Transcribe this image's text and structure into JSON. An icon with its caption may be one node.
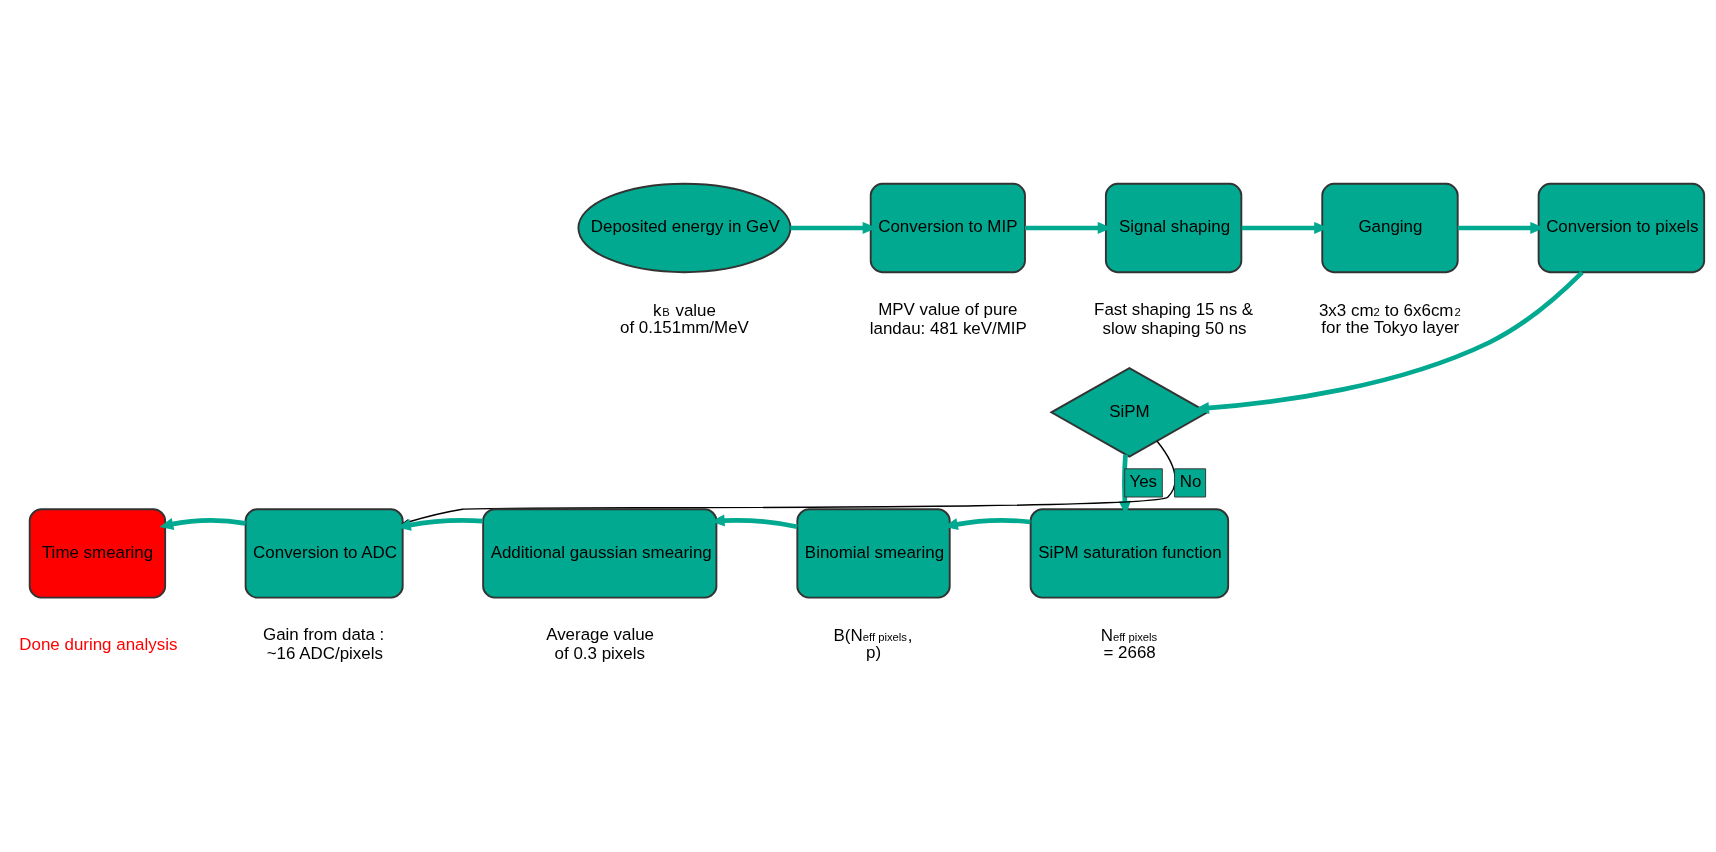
{
  "diagram": {
    "nodes": [
      {
        "text": [
          "Deposited energy in GeV"
        ],
        "beside": [
          "k$_{B}$ value of 0.151mm/MeV"
        ]
      },
      {
        "text": [
          "Conversion to MIP"
        ],
        "beside": [
          "MPV value of pure landau: 481 keV/MIP"
        ]
      },
      {
        "text": [
          "Signal shaping"
        ],
        "beside": [
          "Fast shaping 15 ns & slow shaping 50 ns"
        ]
      },
      {
        "text": [
          "Ganging"
        ],
        "beside": [
          "3x3 cm$^{2}$ to 6x6cm$^{2}$ for the Tokyo layer"
        ]
      },
      {
        "text": [
          "Conversion to pixels"
        ]
      },
      {
        "text": [
          "SiPM"
        ]
      },
      {
        "text": [
          "SiPM saturation function"
        ],
        "beside": [
          "N$_{eff pixels}$ = 2668"
        ]
      },
      {
        "text": [
          "Binomial smearing"
        ],
        "beside": [
          "B(N$_{eff pixels}$, p)"
        ]
      },
      {
        "text": [
          "Additional gaussian smearing"
        ],
        "beside": [
          "Average value of 0.3 pixels"
        ]
      },
      {
        "text": [
          "Conversion to ADC"
        ],
        "beside": [
          "Gain from data : ~16 ADC/pixels"
        ]
      },
      {
        "text": [
          "Time smearing"
        ],
        "beside": [
          "Done during analysis"
        ]
      }
    ],
    "edges": [
      {
        "from": 0,
        "to": 1,
        "arrow": "to"
      },
      {
        "from": 1,
        "to": 2,
        "arrow": "to"
      },
      {
        "from": 2,
        "to": 3,
        "arrow": "to"
      },
      {
        "from": 3,
        "to": 4,
        "arrow": "to"
      },
      {
        "from": 4,
        "to": 5,
        "arrow": "to"
      },
      {
        "from": 5,
        "to": 6,
        "arrow": "to",
        "label": "Yes"
      },
      {
        "from": 5,
        "to": 9,
        "arrow": "to",
        "label": "No",
        "color": "#000000"
      },
      {
        "from": 6,
        "to": 7,
        "arrow": "to"
      },
      {
        "from": 7,
        "to": 8,
        "arrow": "to"
      },
      {
        "from": 8,
        "to": 9,
        "arrow": "to"
      },
      {
        "from": 9,
        "to": 10,
        "arrow": "to"
      }
    ]
  }
}
